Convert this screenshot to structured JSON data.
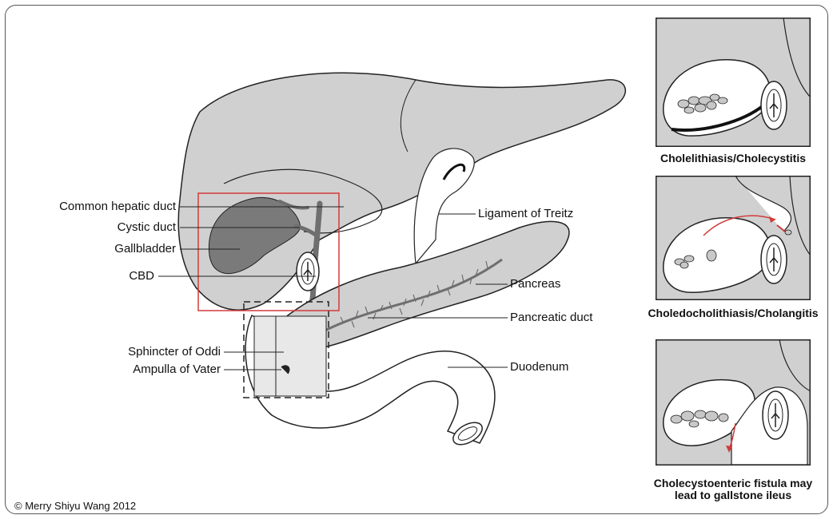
{
  "labels": {
    "common_hepatic_duct": "Common hepatic duct",
    "cystic_duct": "Cystic duct",
    "gallbladder": "Gallbladder",
    "cbd": "CBD",
    "sphincter_of_oddi": "Sphincter of Oddi",
    "ampulla_of_vater": "Ampulla of Vater",
    "ligament_of_treitz": "Ligament of Treitz",
    "pancreas": "Pancreas",
    "pancreatic_duct": "Pancreatic duct",
    "duodenum": "Duodenum"
  },
  "insets": [
    {
      "caption_lines": [
        "Cholelithiasis/Cholecystitis"
      ]
    },
    {
      "caption_lines": [
        "Choledocholithiasis/Cholangitis"
      ]
    },
    {
      "caption_lines": [
        "Cholecystoenteric fistula may",
        "lead to gallstone ileus"
      ]
    }
  ],
  "copyright": "© Merry Shiyu Wang 2012",
  "colors": {
    "organ_fill": "#d0d0d0",
    "organ_stroke": "#222222",
    "dark_fill": "#7a7a7a",
    "highlight_box": "#d33a3a",
    "arrow": "#d33a3a"
  }
}
